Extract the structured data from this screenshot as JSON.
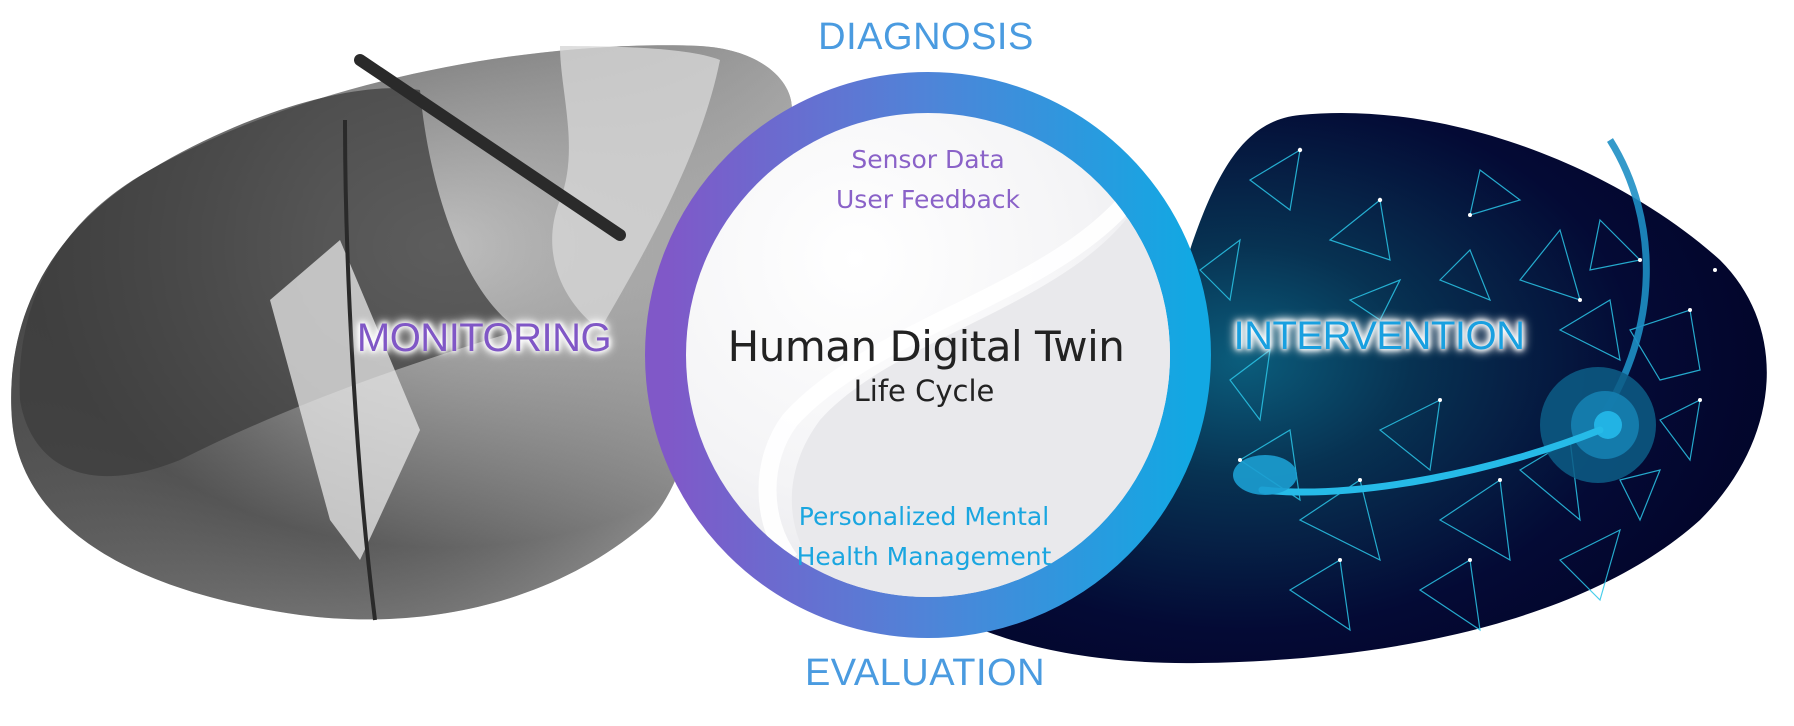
{
  "diagram": {
    "title": "Human Digital Twin",
    "subtitle": "Life Cycle",
    "phases": {
      "top": "DIAGNOSIS",
      "bottom": "EVALUATION",
      "left": "MONITORING",
      "right": "INTERVENTION"
    },
    "inner_top_lines": [
      "Sensor Data",
      "User Feedback"
    ],
    "inner_bottom_lines": [
      "Personalized Mental",
      "Health Management"
    ],
    "images": {
      "left": "grayscale-photo-woman-with-headset",
      "right": "wireframe-polygon-face-with-headset"
    },
    "colors": {
      "ring_start": "#8058c8",
      "ring_end": "#16a6e2",
      "phase_text": "#4a9be0",
      "monitoring_text": "#8057c6",
      "intervention_text": "#19a0e0",
      "inner_top_text": "#8a62c8",
      "inner_bottom_text": "#1aa6e0",
      "right_blob_bg": "#04062a"
    }
  }
}
